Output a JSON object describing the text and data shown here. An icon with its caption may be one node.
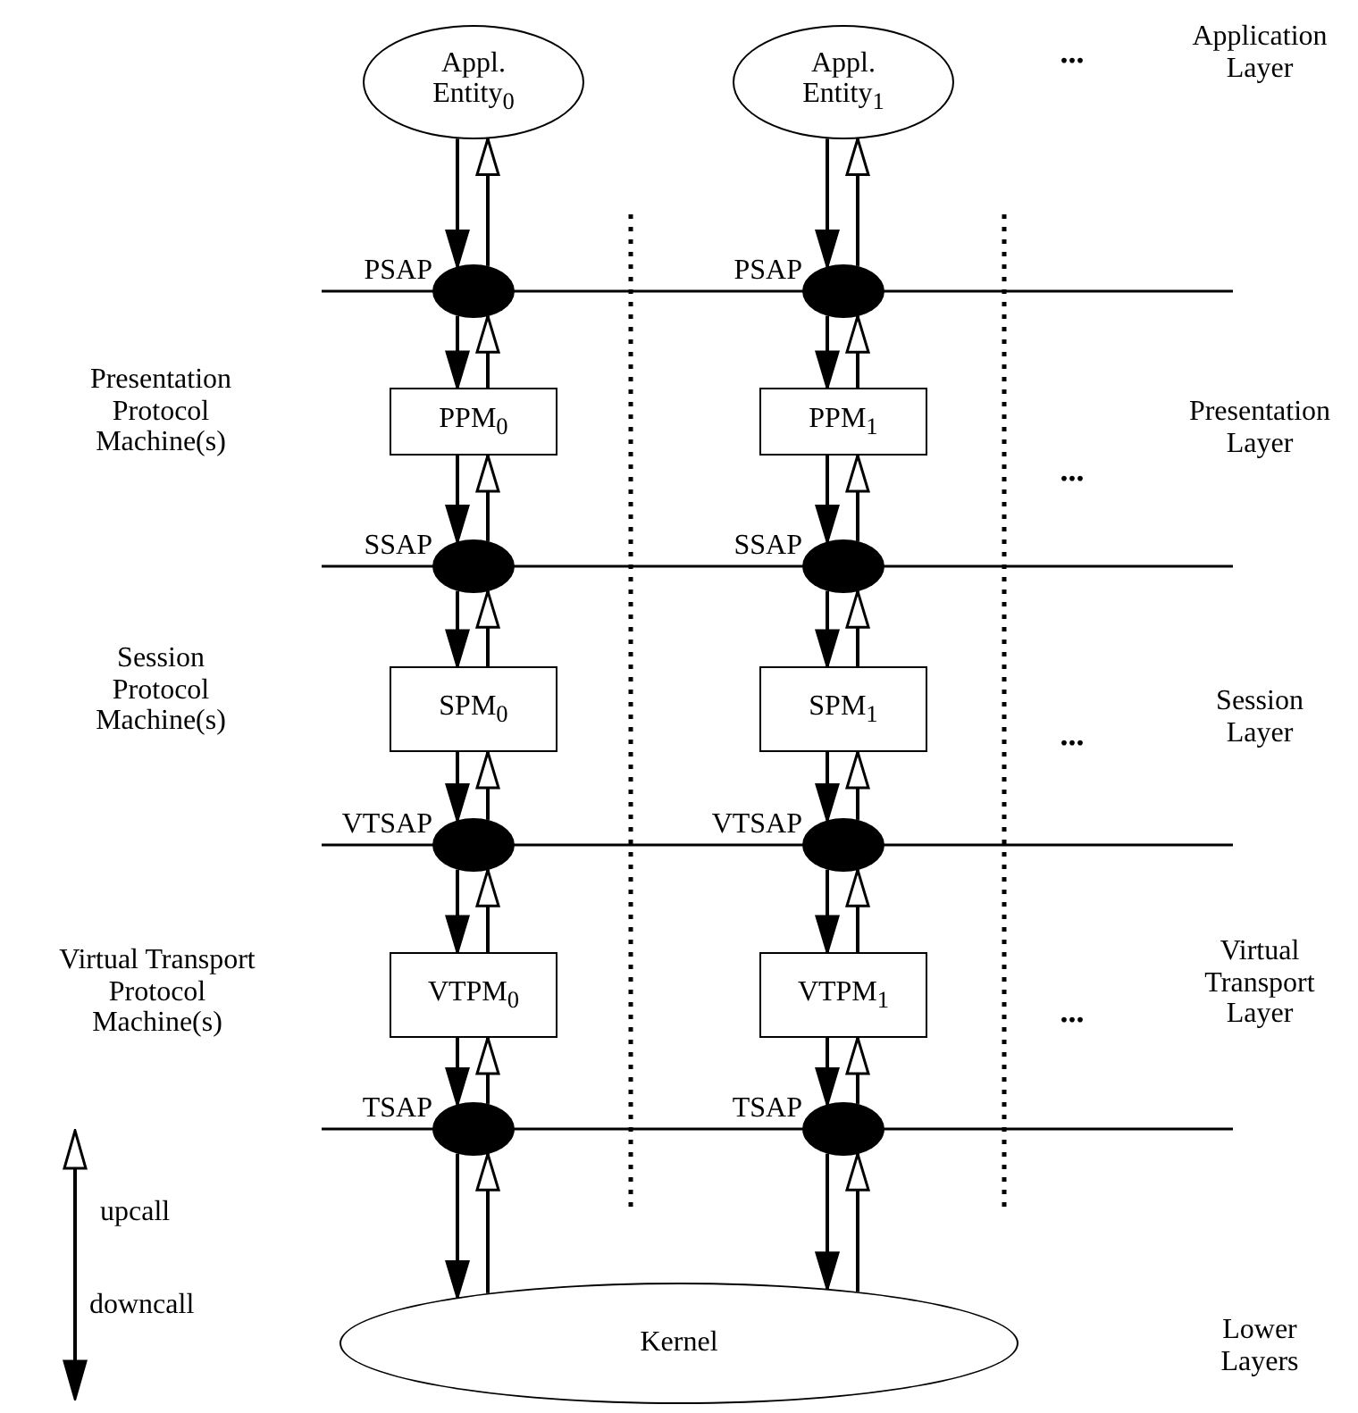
{
  "diagram": {
    "nodes": [
      {
        "text": [
          "Appl. Entity$_{0}$"
        ]
      },
      {
        "text": [
          "Appl. Entity$_{1}$"
        ]
      },
      {
        "text": [],
        "shape": "circle",
        "beside": [
          "PSAP"
        ]
      },
      {
        "text": [],
        "shape": "circle",
        "beside": [
          "PSAP"
        ]
      },
      {
        "text": [
          "PPM$_{0}$"
        ]
      },
      {
        "text": [
          "PPM$_{1}$"
        ]
      },
      {
        "text": [],
        "shape": "circle",
        "beside": [
          "SSAP"
        ]
      },
      {
        "text": [],
        "shape": "circle",
        "beside": [
          "SSAP"
        ]
      },
      {
        "text": [
          "SPM$_{0}$"
        ]
      },
      {
        "text": [
          "SPM$_{1}$"
        ]
      },
      {
        "text": [],
        "shape": "circle",
        "beside": [
          "VTSAP"
        ]
      },
      {
        "text": [],
        "shape": "circle",
        "beside": [
          "VTSAP"
        ]
      },
      {
        "text": [
          "VTPM$_{0}$"
        ]
      },
      {
        "text": [
          "VTPM$_{1}$"
        ]
      },
      {
        "text": [],
        "shape": "circle",
        "beside": [
          "TSAP"
        ]
      },
      {
        "text": [],
        "shape": "circle",
        "beside": [
          "TSAP"
        ]
      },
      {
        "text": [
          "Kernel"
        ]
      }
    ],
    "edges": [
      {
        "from": 0,
        "to": 2,
        "arrow": "to"
      },
      {
        "from": 2,
        "to": 0,
        "arrow": "to"
      },
      {
        "from": 2,
        "to": 4,
        "arrow": "to"
      },
      {
        "from": 4,
        "to": 2,
        "arrow": "to"
      },
      {
        "from": 4,
        "to": 6,
        "arrow": "to"
      },
      {
        "from": 6,
        "to": 4,
        "arrow": "to"
      },
      {
        "from": 6,
        "to": 8,
        "arrow": "to"
      },
      {
        "from": 8,
        "to": 6,
        "arrow": "to"
      },
      {
        "from": 8,
        "to": 10,
        "arrow": "to"
      },
      {
        "from": 10,
        "to": 8,
        "arrow": "to"
      },
      {
        "from": 10,
        "to": 12,
        "arrow": "to"
      },
      {
        "from": 12,
        "to": 10,
        "arrow": "to"
      },
      {
        "from": 12,
        "to": 14,
        "arrow": "to"
      },
      {
        "from": 14,
        "to": 12,
        "arrow": "to"
      },
      {
        "from": 14,
        "to": 16,
        "arrow": "to"
      },
      {
        "from": 16,
        "to": 14,
        "arrow": "to"
      },
      {
        "from": 1,
        "to": 3,
        "arrow": "to"
      },
      {
        "from": 3,
        "to": 1,
        "arrow": "to"
      },
      {
        "from": 3,
        "to": 5,
        "arrow": "to"
      },
      {
        "from": 5,
        "to": 3,
        "arrow": "to"
      },
      {
        "from": 5,
        "to": 7,
        "arrow": "to"
      },
      {
        "from": 7,
        "to": 5,
        "arrow": "to"
      },
      {
        "from": 7,
        "to": 9,
        "arrow": "to"
      },
      {
        "from": 9,
        "to": 7,
        "arrow": "to"
      },
      {
        "from": 9,
        "to": 11,
        "arrow": "to"
      },
      {
        "from": 11,
        "to": 9,
        "arrow": "to"
      },
      {
        "from": 11,
        "to": 13,
        "arrow": "to"
      },
      {
        "from": 13,
        "to": 11,
        "arrow": "to"
      },
      {
        "from": 13,
        "to": 15,
        "arrow": "to"
      },
      {
        "from": 15,
        "to": 13,
        "arrow": "to"
      },
      {
        "from": 15,
        "to": 16,
        "arrow": "to"
      },
      {
        "from": 16,
        "to": 15,
        "arrow": "to"
      }
    ],
    "labels": [
      "...",
      "Application Layer",
      "Presentation Protocol Machine(s)",
      "...",
      "Presentation Layer",
      "Session Protocol Machine(s)",
      "...",
      "Session Layer",
      "Virtual Transport Protocol Machine(s)",
      "...",
      "Virtual Transport Layer",
      "Lower Layers"
    ],
    "legend": [
      {
        "text": "upcall"
      },
      {
        "text": "downcall"
      }
    ]
  }
}
